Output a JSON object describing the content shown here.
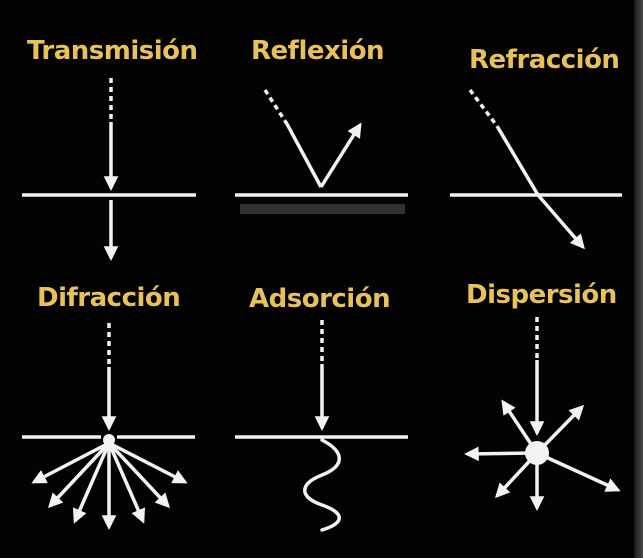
{
  "panels": [
    {
      "id": "transmision",
      "title": "Transmisión",
      "icon": "transmission-diagram-icon"
    },
    {
      "id": "reflexion",
      "title": "Reflexión",
      "icon": "reflection-diagram-icon"
    },
    {
      "id": "refraccion",
      "title": "Refracción",
      "icon": "refraction-diagram-icon"
    },
    {
      "id": "difraccion",
      "title": "Difracción",
      "icon": "diffraction-diagram-icon"
    },
    {
      "id": "adsorcion",
      "title": "Adsorción",
      "icon": "absorption-diagram-icon"
    },
    {
      "id": "dispersion",
      "title": "Dispersión",
      "icon": "scattering-diagram-icon"
    }
  ],
  "colors": {
    "background": "#030303",
    "label": "#E8C15A",
    "stroke": "#F2F2F2"
  }
}
